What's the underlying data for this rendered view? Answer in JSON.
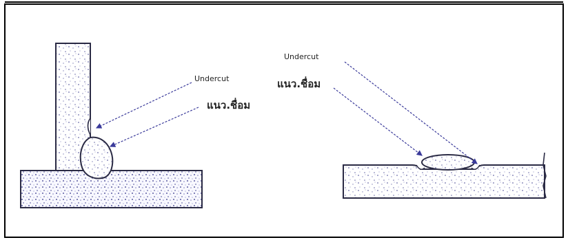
{
  "left_figure": {
    "labels": {
      "undercut": "Undercut",
      "weld_bead": "แนว.ชื่อม"
    }
  },
  "right_figure": {
    "labels": {
      "undercut": "Undercut",
      "weld_bead": "แนว.ชื่อม"
    }
  },
  "colors": {
    "frame": "#000000",
    "outline": "#2a2a44",
    "speckle": "#6a6aa8",
    "arrow": "#3a3a9a",
    "background": "#ffffff"
  }
}
